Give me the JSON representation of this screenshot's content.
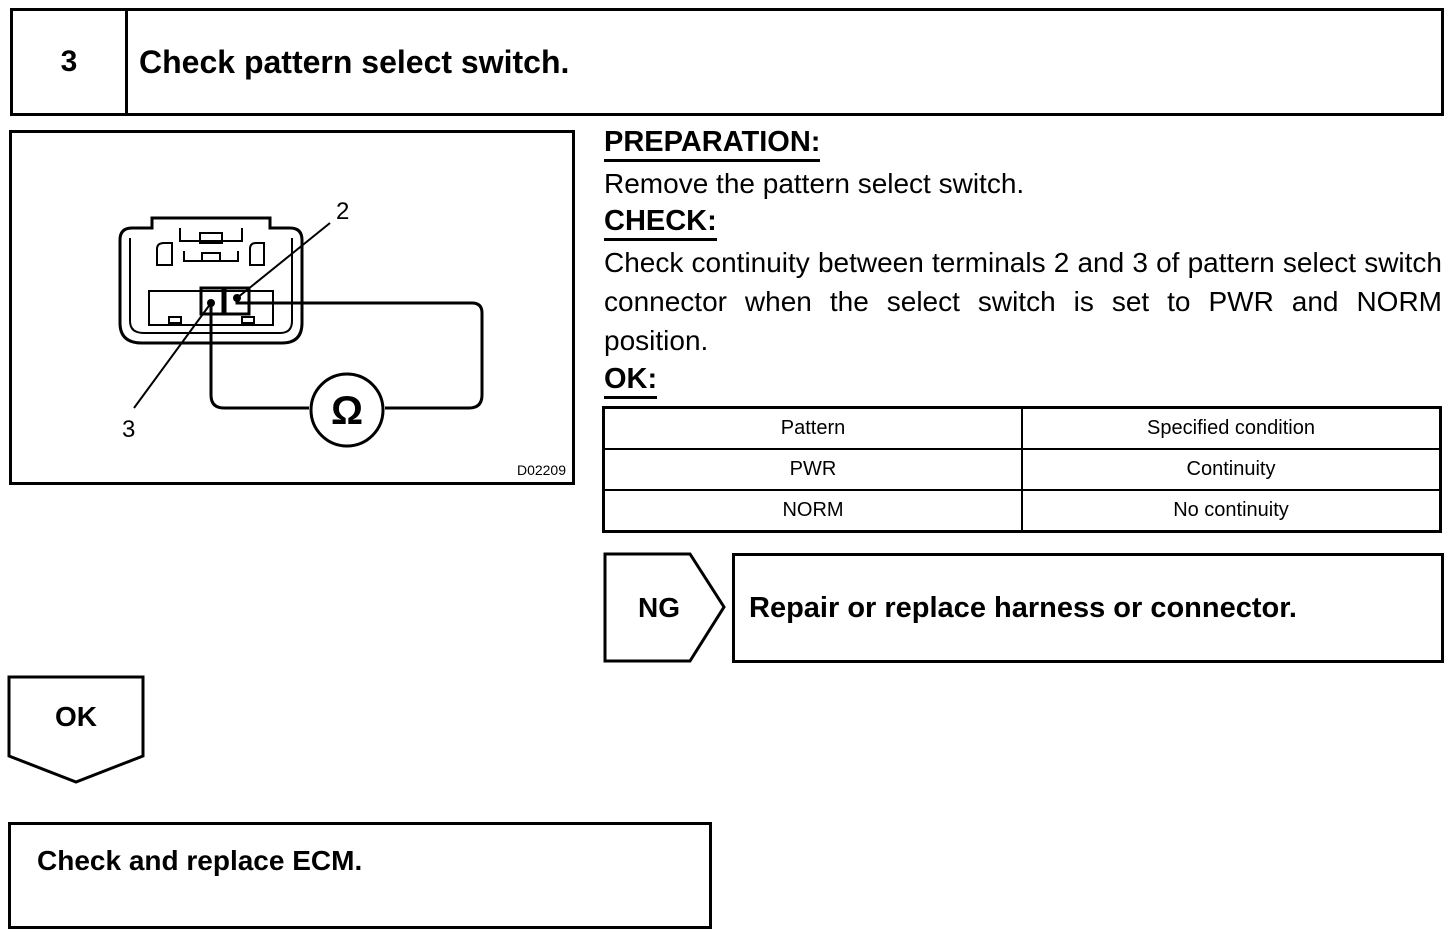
{
  "step": {
    "number": "3",
    "title": "Check pattern select switch."
  },
  "figure": {
    "code": "D02209",
    "terminal_2": "2",
    "terminal_3": "3",
    "meter_symbol": "Ω"
  },
  "preparation": {
    "heading": "PREPARATION:",
    "text": "Remove the pattern select switch."
  },
  "check": {
    "heading": "CHECK:",
    "text": "Check continuity between terminals 2 and 3 of pattern select switch connector when the select switch is set to PWR and NORM position."
  },
  "ok_section": {
    "heading": "OK:"
  },
  "table": {
    "headers": [
      "Pattern",
      "Specified condition"
    ],
    "rows": [
      [
        "PWR",
        "Continuity"
      ],
      [
        "NORM",
        "No continuity"
      ]
    ]
  },
  "ng": {
    "label": "NG",
    "action": "Repair or replace harness or connector."
  },
  "ok": {
    "label": "OK"
  },
  "next_step": {
    "text": "Check and replace ECM."
  }
}
